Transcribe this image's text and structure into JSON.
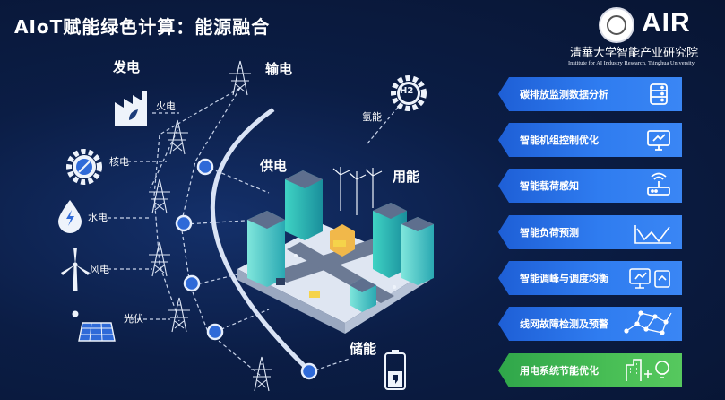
{
  "title": "AIoT赋能绿色计算：能源融合",
  "brand": {
    "name": "AIR",
    "institute_cn": "清華大学智能产业研究院",
    "institute_en": "Institute for AI Industry Research, Tsinghua University"
  },
  "stages": {
    "generation": "发电",
    "transmission": "输电",
    "supply": "供电",
    "consumption": "用能",
    "storage": "储能"
  },
  "sources": {
    "thermal": "火电",
    "nuclear": "核电",
    "hydro": "水电",
    "wind": "风电",
    "solar": "光伏",
    "hydrogen": "氢能"
  },
  "hydrogen_symbol": "H2",
  "capabilities": [
    {
      "label": "碳排放监测数据分析",
      "icon": "database-icon"
    },
    {
      "label": "智能机组控制优化",
      "icon": "monitor-control-icon"
    },
    {
      "label": "智能载荷感知",
      "icon": "router-icon"
    },
    {
      "label": "智能负荷预测",
      "icon": "trend-line-icon"
    },
    {
      "label": "智能调峰与调度均衡",
      "icon": "dashboard-icon"
    },
    {
      "label": "线网故障检测及预警",
      "icon": "network-graph-icon"
    },
    {
      "label": "用电系统节能优化",
      "icon": "building-bulb-icon"
    }
  ],
  "colors": {
    "background": "#0b1d45",
    "panel_blue": "#2f7cf0",
    "panel_green": "#48be55",
    "grid_node": "#2f6ad8",
    "arc": "#d9e3f5"
  }
}
